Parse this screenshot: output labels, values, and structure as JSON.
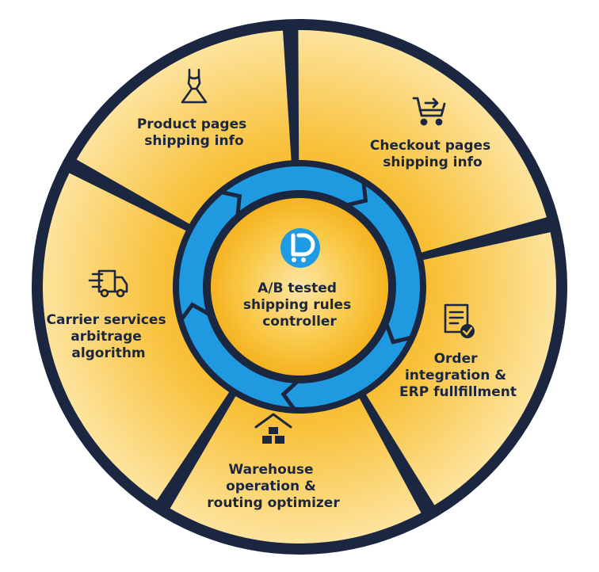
{
  "center": {
    "lines": [
      "A/B tested",
      "shipping rules",
      "controller"
    ],
    "logo_icon": "shipping-logo-icon"
  },
  "segments": [
    {
      "id": "product",
      "icon": "dress-icon",
      "lines": [
        "Product pages",
        "shipping info"
      ]
    },
    {
      "id": "checkout",
      "icon": "cart-icon",
      "lines": [
        "Checkout pages",
        "shipping info"
      ]
    },
    {
      "id": "order",
      "icon": "invoice-check-icon",
      "lines": [
        "Order",
        "integration &",
        "ERP fullfillment"
      ]
    },
    {
      "id": "warehouse",
      "icon": "warehouse-icon",
      "lines": [
        "Warehouse",
        "operation &",
        "routing optimizer"
      ]
    },
    {
      "id": "carrier",
      "icon": "truck-icon",
      "lines": [
        "Carrier services",
        "arbitrage",
        "algorithm"
      ]
    }
  ],
  "colors": {
    "navy": "#1b2640",
    "gold_center": "#f6b623",
    "gold_edge": "#fde29a",
    "ring_blue": "#1f9ae0",
    "logo_blue": "#1e9be3",
    "background": "#ffffff"
  }
}
